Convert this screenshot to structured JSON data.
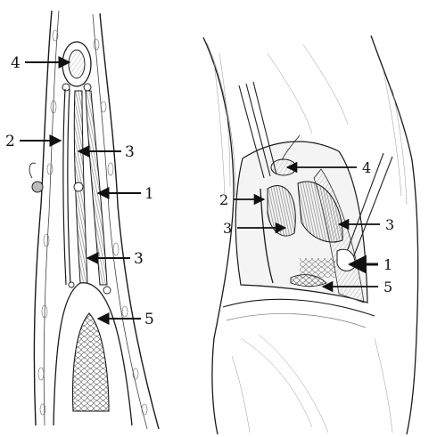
{
  "left_panel": {
    "labels": {
      "l4": "4",
      "l2": "2",
      "l3a": "3",
      "l1": "1",
      "l3b": "3",
      "l5": "5"
    }
  },
  "right_panel": {
    "labels": {
      "r4": "4",
      "r2": "2",
      "r3a": "3",
      "r3b": "3",
      "r1": "1",
      "r5": "5"
    }
  },
  "colors": {
    "ink": "#1a1a1a",
    "shade": "#666666",
    "background": "#ffffff"
  }
}
